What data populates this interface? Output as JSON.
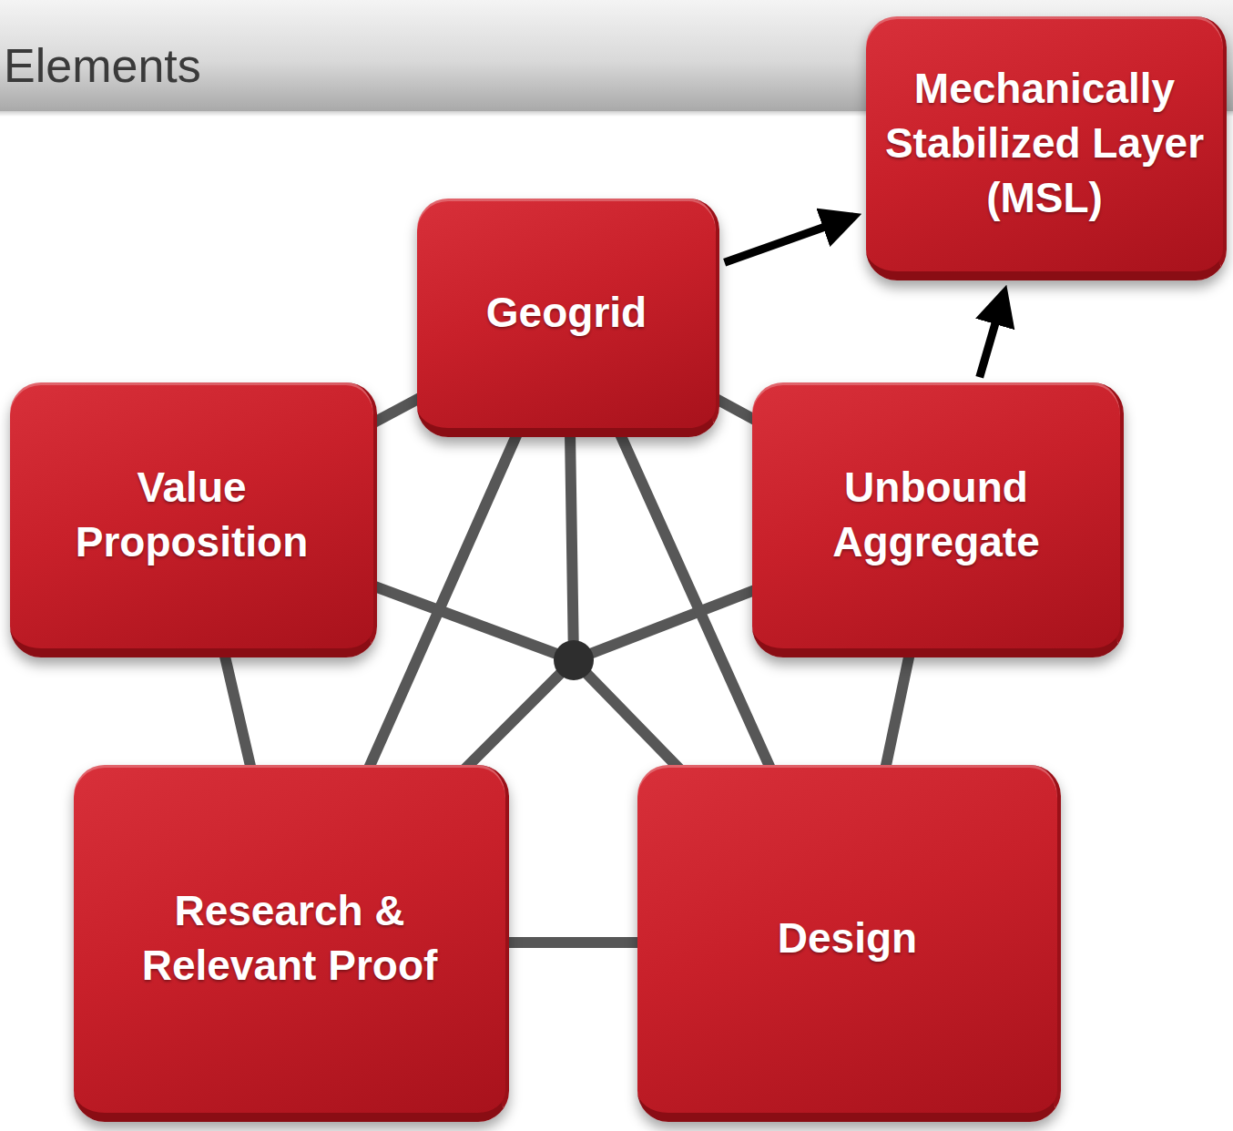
{
  "diagram": {
    "title": "Elements",
    "nodes": [
      {
        "text": [
          "Mechanically Stabilized Layer (MSL)"
        ]
      },
      {
        "text": [
          "Geogrid"
        ]
      },
      {
        "text": [
          "Value Proposition"
        ]
      },
      {
        "text": [
          "Unbound Aggregate"
        ]
      },
      {
        "text": [
          "Research & Relevant Proof"
        ]
      },
      {
        "text": [
          "Design"
        ]
      }
    ],
    "edges": [
      {
        "from": 1,
        "to": 0,
        "arrow": "to"
      },
      {
        "from": 3,
        "to": 0,
        "arrow": "to"
      }
    ]
  }
}
